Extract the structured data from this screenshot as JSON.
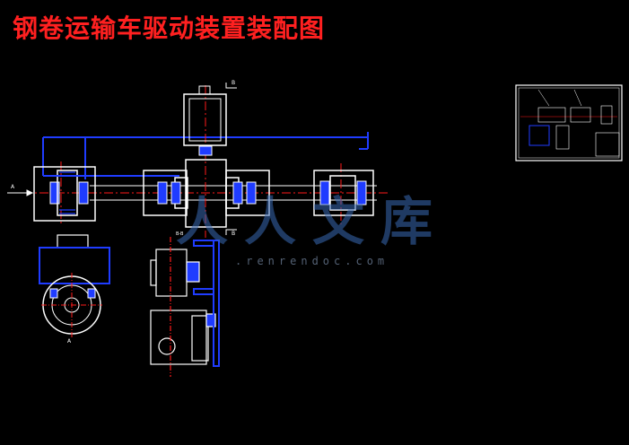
{
  "title": "钢卷运输车驱动装置装配图",
  "watermark": {
    "brand": "人人文库",
    "url": ".renrendoc.com"
  },
  "labels": {
    "arrow_a_left": "A",
    "view_a": "A",
    "section_bb_top": "B",
    "section_bb_bottom": "B",
    "section_label": "B-B"
  },
  "colors": {
    "title": "#ff2020",
    "line_white": "#ffffff",
    "line_blue": "#1f3cff",
    "line_red": "#ff1a1a",
    "watermark": "#3a6bb5",
    "url": "#8aa0c0",
    "background": "#000000"
  }
}
